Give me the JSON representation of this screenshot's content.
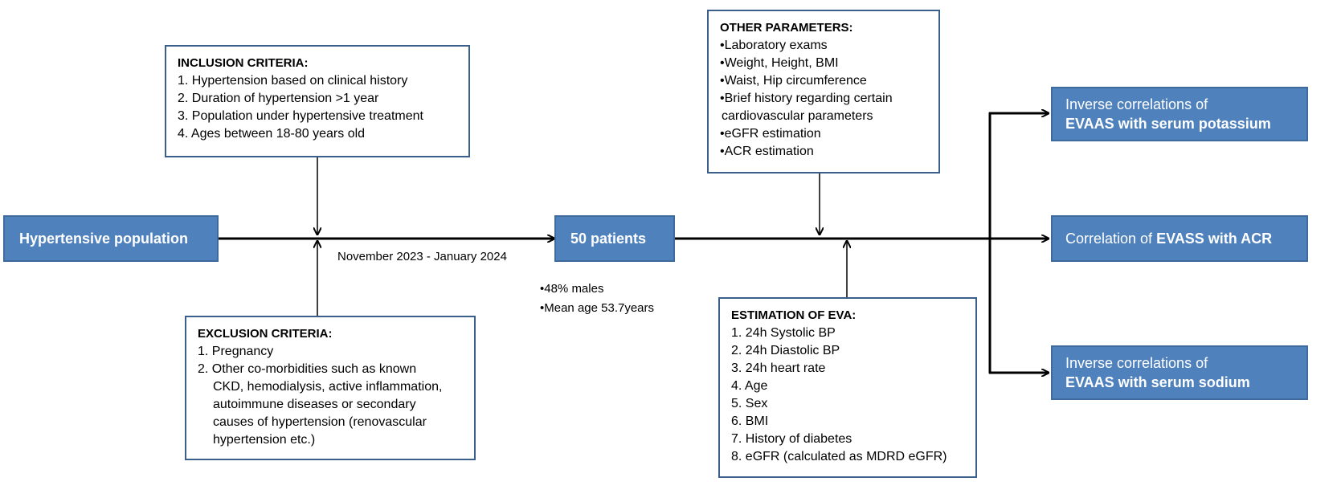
{
  "start": {
    "label": "Hypertensive population"
  },
  "period": "November 2023 - January 2024",
  "patients": {
    "label": "50 patients",
    "notes": [
      "•48% males",
      "•Mean age 53.7years"
    ]
  },
  "inclusion": {
    "title": "INCLUSION CRITERIA:",
    "items": [
      "1. Hypertension based on clinical history",
      "2. Duration of hypertension >1 year",
      "3. Population under hypertensive treatment",
      "4. Ages between 18-80 years old"
    ]
  },
  "exclusion": {
    "title": "EXCLUSION CRITERIA:",
    "items": [
      "1. Pregnancy",
      "2. Other co-morbidities such as known",
      "CKD, hemodialysis, active inflammation,",
      "autoimmune diseases or secondary",
      "causes of hypertension (renovascular",
      "hypertension etc.)"
    ]
  },
  "other": {
    "title": "OTHER PARAMETERS:",
    "items": [
      "•Laboratory exams",
      "•Weight, Height, BMI",
      "•Waist, Hip circumference",
      "•Brief history regarding certain",
      "cardiovascular parameters",
      "•eGFR estimation",
      "•ACR estimation"
    ]
  },
  "eva": {
    "title": "ESTIMATION OF EVA:",
    "items": [
      "1. 24h Systolic BP",
      "2. 24h Diastolic BP",
      "3. 24h heart rate",
      "4. Age",
      "5. Sex",
      "6. BMI",
      "7. History of diabetes",
      "8. eGFR (calculated as MDRD eGFR)"
    ]
  },
  "results": [
    {
      "line1": "Inverse correlations of",
      "bold": "EVAAS with serum potassium"
    },
    {
      "prefix": "Correlation of ",
      "bold": "EVASS with ACR"
    },
    {
      "line1": "Inverse correlations of",
      "bold": "EVAAS with serum sodium"
    }
  ]
}
